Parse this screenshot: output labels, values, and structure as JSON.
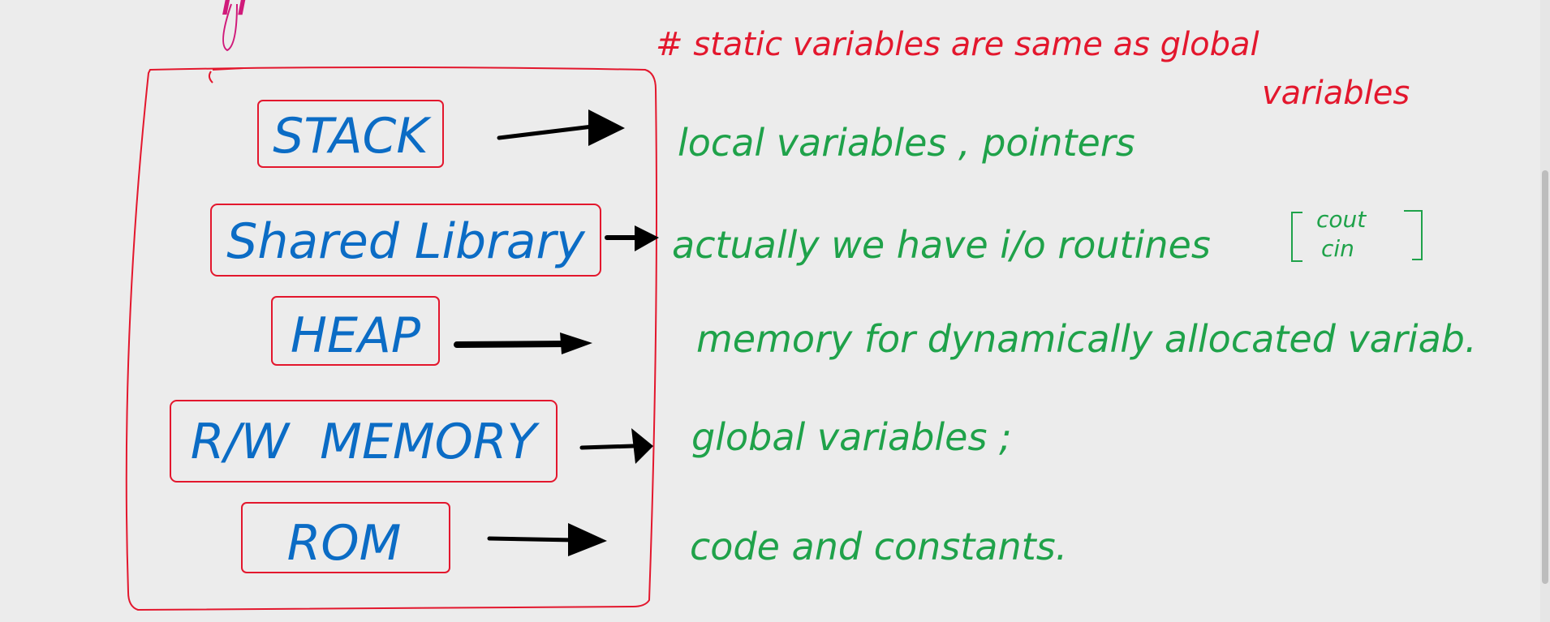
{
  "header_scribble": "fr",
  "note": {
    "line1": "# static variables are same as global",
    "line2": "variables"
  },
  "segments": [
    {
      "label": "STACK",
      "description": "local variables , pointers"
    },
    {
      "label": "Shared Library",
      "description": "actually we have i/o routines"
    },
    {
      "label": "HEAP",
      "description": "memory for dynamically allocated variab."
    },
    {
      "label": "R/W  MEMORY",
      "description": "global variables ;"
    },
    {
      "label": "ROM",
      "description": "code and constants."
    }
  ],
  "io_bracket": {
    "top": "cout",
    "bottom": "cin"
  },
  "colors": {
    "background": "#ececec",
    "box_outline": "#e3172d",
    "segment_text": "#0b6cc5",
    "description_text": "#1fa24a",
    "note_text": "#e3172d",
    "arrow": "#000000"
  }
}
